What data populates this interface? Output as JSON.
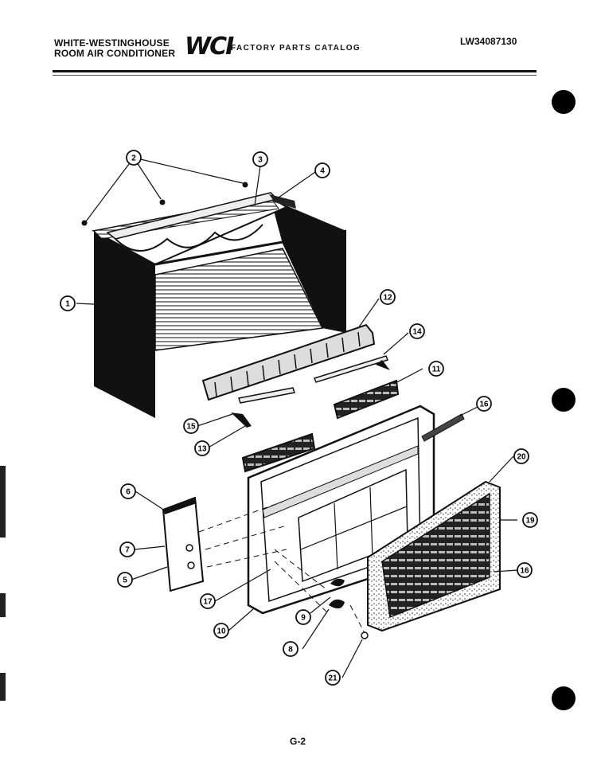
{
  "header": {
    "brand_line1": "WHITE-WESTINGHOUSE",
    "brand_line2": "ROOM AIR CONDITIONER",
    "logo": "WCI",
    "catalog": "FACTORY PARTS CATALOG",
    "model": "LW34087130"
  },
  "footer": {
    "page": "G-2"
  },
  "callouts": [
    "1",
    "2",
    "3",
    "4",
    "5",
    "6",
    "7",
    "8",
    "9",
    "10",
    "11",
    "12",
    "13",
    "14",
    "15",
    "16",
    "16",
    "17",
    "19",
    "20",
    "21"
  ]
}
